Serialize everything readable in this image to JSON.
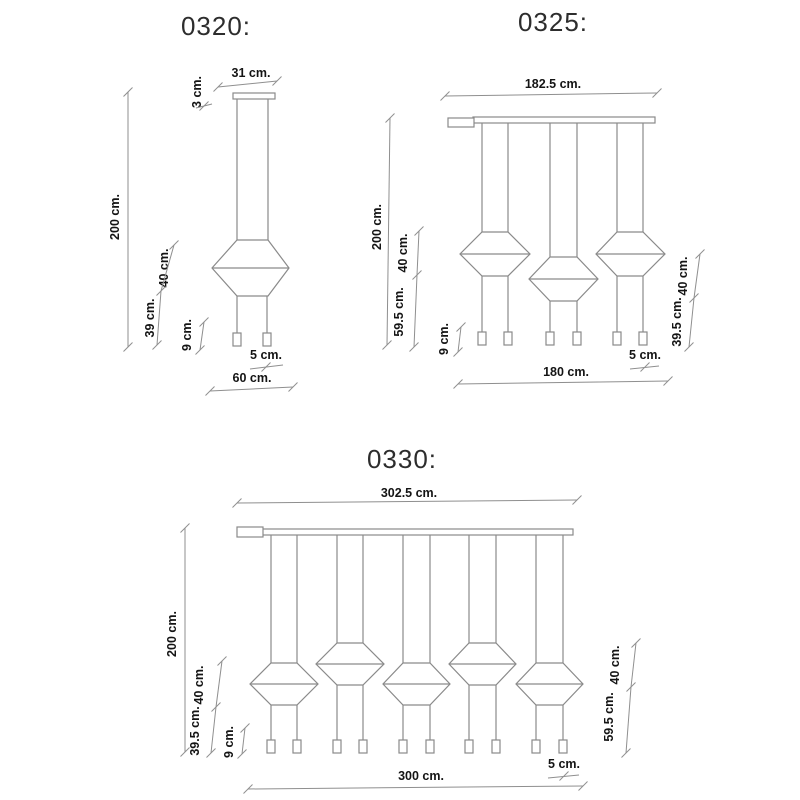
{
  "page": {
    "background": "#ffffff",
    "drawing_line_color": "#8a8a8a",
    "text_color": "#141414",
    "title_color": "#2d2d2d"
  },
  "diagrams": [
    {
      "model": "0320",
      "title": "0320:",
      "dims": {
        "canopy_width": "31 cm.",
        "canopy_height": "3 cm.",
        "total_height": "200 cm.",
        "lens_height": "40 cm.",
        "below_lens": "39 cm.",
        "terminal_height": "9 cm.",
        "terminal_size": "5 cm.",
        "lamp_width": "60 cm."
      }
    },
    {
      "model": "0325",
      "title": "0325:",
      "dims": {
        "track_width": "182.5 cm.",
        "total_height": "200 cm.",
        "lens_height_left": "40 cm.",
        "below_lens_left": "59.5 cm.",
        "terminal_height": "9 cm.",
        "span_width": "180 cm.",
        "terminal_size": "5 cm.",
        "lens_height_right": "40 cm.",
        "below_lens_right": "39.5 cm."
      }
    },
    {
      "model": "0330",
      "title": "0330:",
      "dims": {
        "track_width": "302.5 cm.",
        "total_height": "200 cm.",
        "lens_height_left": "40 cm.",
        "below_lens_left": "39.5 cm.",
        "terminal_height": "9 cm.",
        "span_width": "300 cm.",
        "terminal_size": "5 cm.",
        "lens_height_right": "40 cm.",
        "below_lens_right": "59.5 cm."
      }
    }
  ]
}
